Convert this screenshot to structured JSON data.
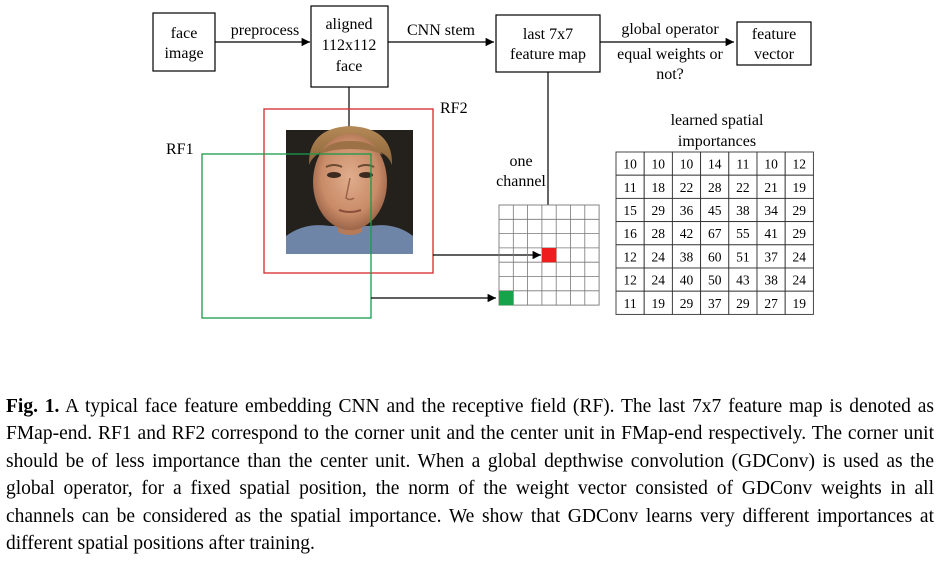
{
  "diagram": {
    "boxes": {
      "face_image": [
        "face",
        "image"
      ],
      "aligned_face": [
        "aligned",
        "112x112",
        "face"
      ],
      "feature_map": [
        "last 7x7",
        "feature map"
      ],
      "feature_vector": [
        "feature",
        "vector"
      ]
    },
    "edges": {
      "preprocess": "preprocess",
      "cnn_stem": "CNN stem",
      "global_operator": [
        "global operator",
        "equal weights or",
        "not?"
      ]
    },
    "rf_labels": {
      "rf1": "RF1",
      "rf2": "RF2"
    },
    "channel_label": [
      "one",
      "channel"
    ],
    "importance_title": [
      "learned spatial",
      "importances"
    ],
    "importance_grid": [
      [
        10,
        10,
        10,
        14,
        11,
        10,
        12
      ],
      [
        11,
        18,
        22,
        28,
        22,
        21,
        19
      ],
      [
        15,
        29,
        36,
        45,
        38,
        34,
        29
      ],
      [
        16,
        28,
        42,
        67,
        55,
        41,
        29
      ],
      [
        12,
        24,
        38,
        60,
        51,
        37,
        24
      ],
      [
        12,
        24,
        40,
        50,
        43,
        38,
        24
      ],
      [
        11,
        19,
        29,
        37,
        29,
        27,
        19
      ]
    ],
    "colors": {
      "rf1": "#1a9a4a",
      "rf2": "#d62a2a",
      "center_unit": "#ee1c1c",
      "corner_unit": "#16a34a"
    }
  },
  "caption": {
    "label": "Fig. 1.",
    "text": " A typical face feature embedding CNN and the receptive field (RF). The last 7x7 feature map is denoted as FMap-end. RF1 and RF2 correspond to the corner unit and the center unit in FMap-end respectively. The corner unit should be of less importance than the center unit. When a global depthwise convolution (GDConv) is used as the global operator, for a fixed spatial position, the norm of the weight vector consisted of GDConv weights in all channels can be considered as the spatial importance. We show that GDConv learns very different importances at different spatial positions after training."
  }
}
